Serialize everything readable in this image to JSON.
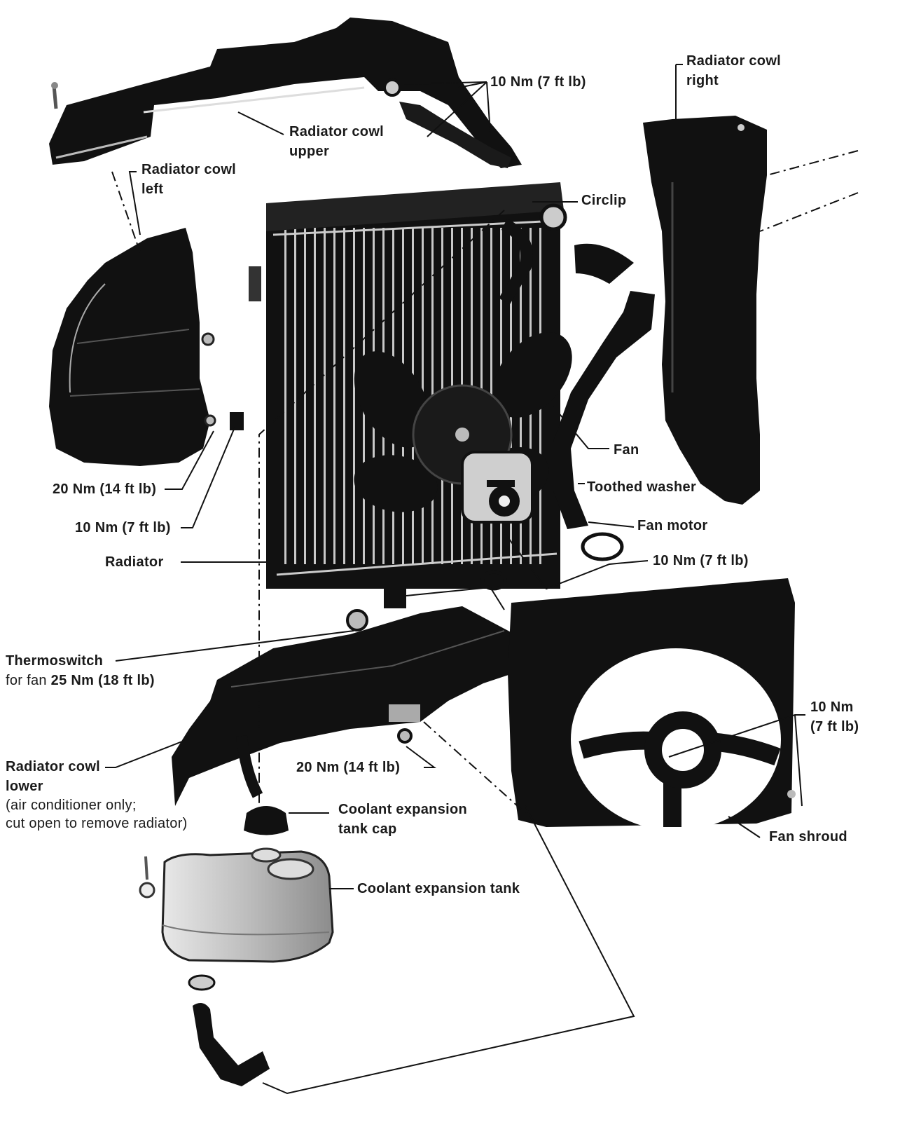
{
  "labels": {
    "torque_upper": "10 Nm (7 ft lb)",
    "cowl_right_1": "Radiator cowl",
    "cowl_right_2": "right",
    "cowl_upper_1": "Radiator cowl",
    "cowl_upper_2": "upper",
    "cowl_left_1": "Radiator cowl",
    "cowl_left_2": "left",
    "circlip": "Circlip",
    "fan": "Fan",
    "toothed_washer": "Toothed washer",
    "fan_motor": "Fan motor",
    "torque_20_left": "20 Nm (14 ft lb)",
    "torque_10_left": "10 Nm (7 ft lb)",
    "radiator": "Radiator",
    "torque_10_mid": "10 Nm (7 ft lb)",
    "thermoswitch_1": "Thermoswitch",
    "thermoswitch_2a": "for fan ",
    "thermoswitch_2b": "25 Nm (18 ft lb)",
    "torque_10_shroud_1": "10 Nm",
    "torque_10_shroud_2": "(7 ft lb)",
    "cowl_lower_1": "Radiator cowl",
    "cowl_lower_2": "lower",
    "cowl_lower_3": "(air conditioner only;",
    "cowl_lower_4": "cut open to remove radiator)",
    "torque_20_lower": "20 Nm (14 ft lb)",
    "tank_cap_1": "Coolant expansion",
    "tank_cap_2": "tank cap",
    "fan_shroud": "Fan shroud",
    "tank": "Coolant expansion tank"
  },
  "colors": {
    "ink": "#111111",
    "paper": "#ffffff",
    "metal_light": "#d8d8d8",
    "metal_mid": "#9a9a9a"
  }
}
